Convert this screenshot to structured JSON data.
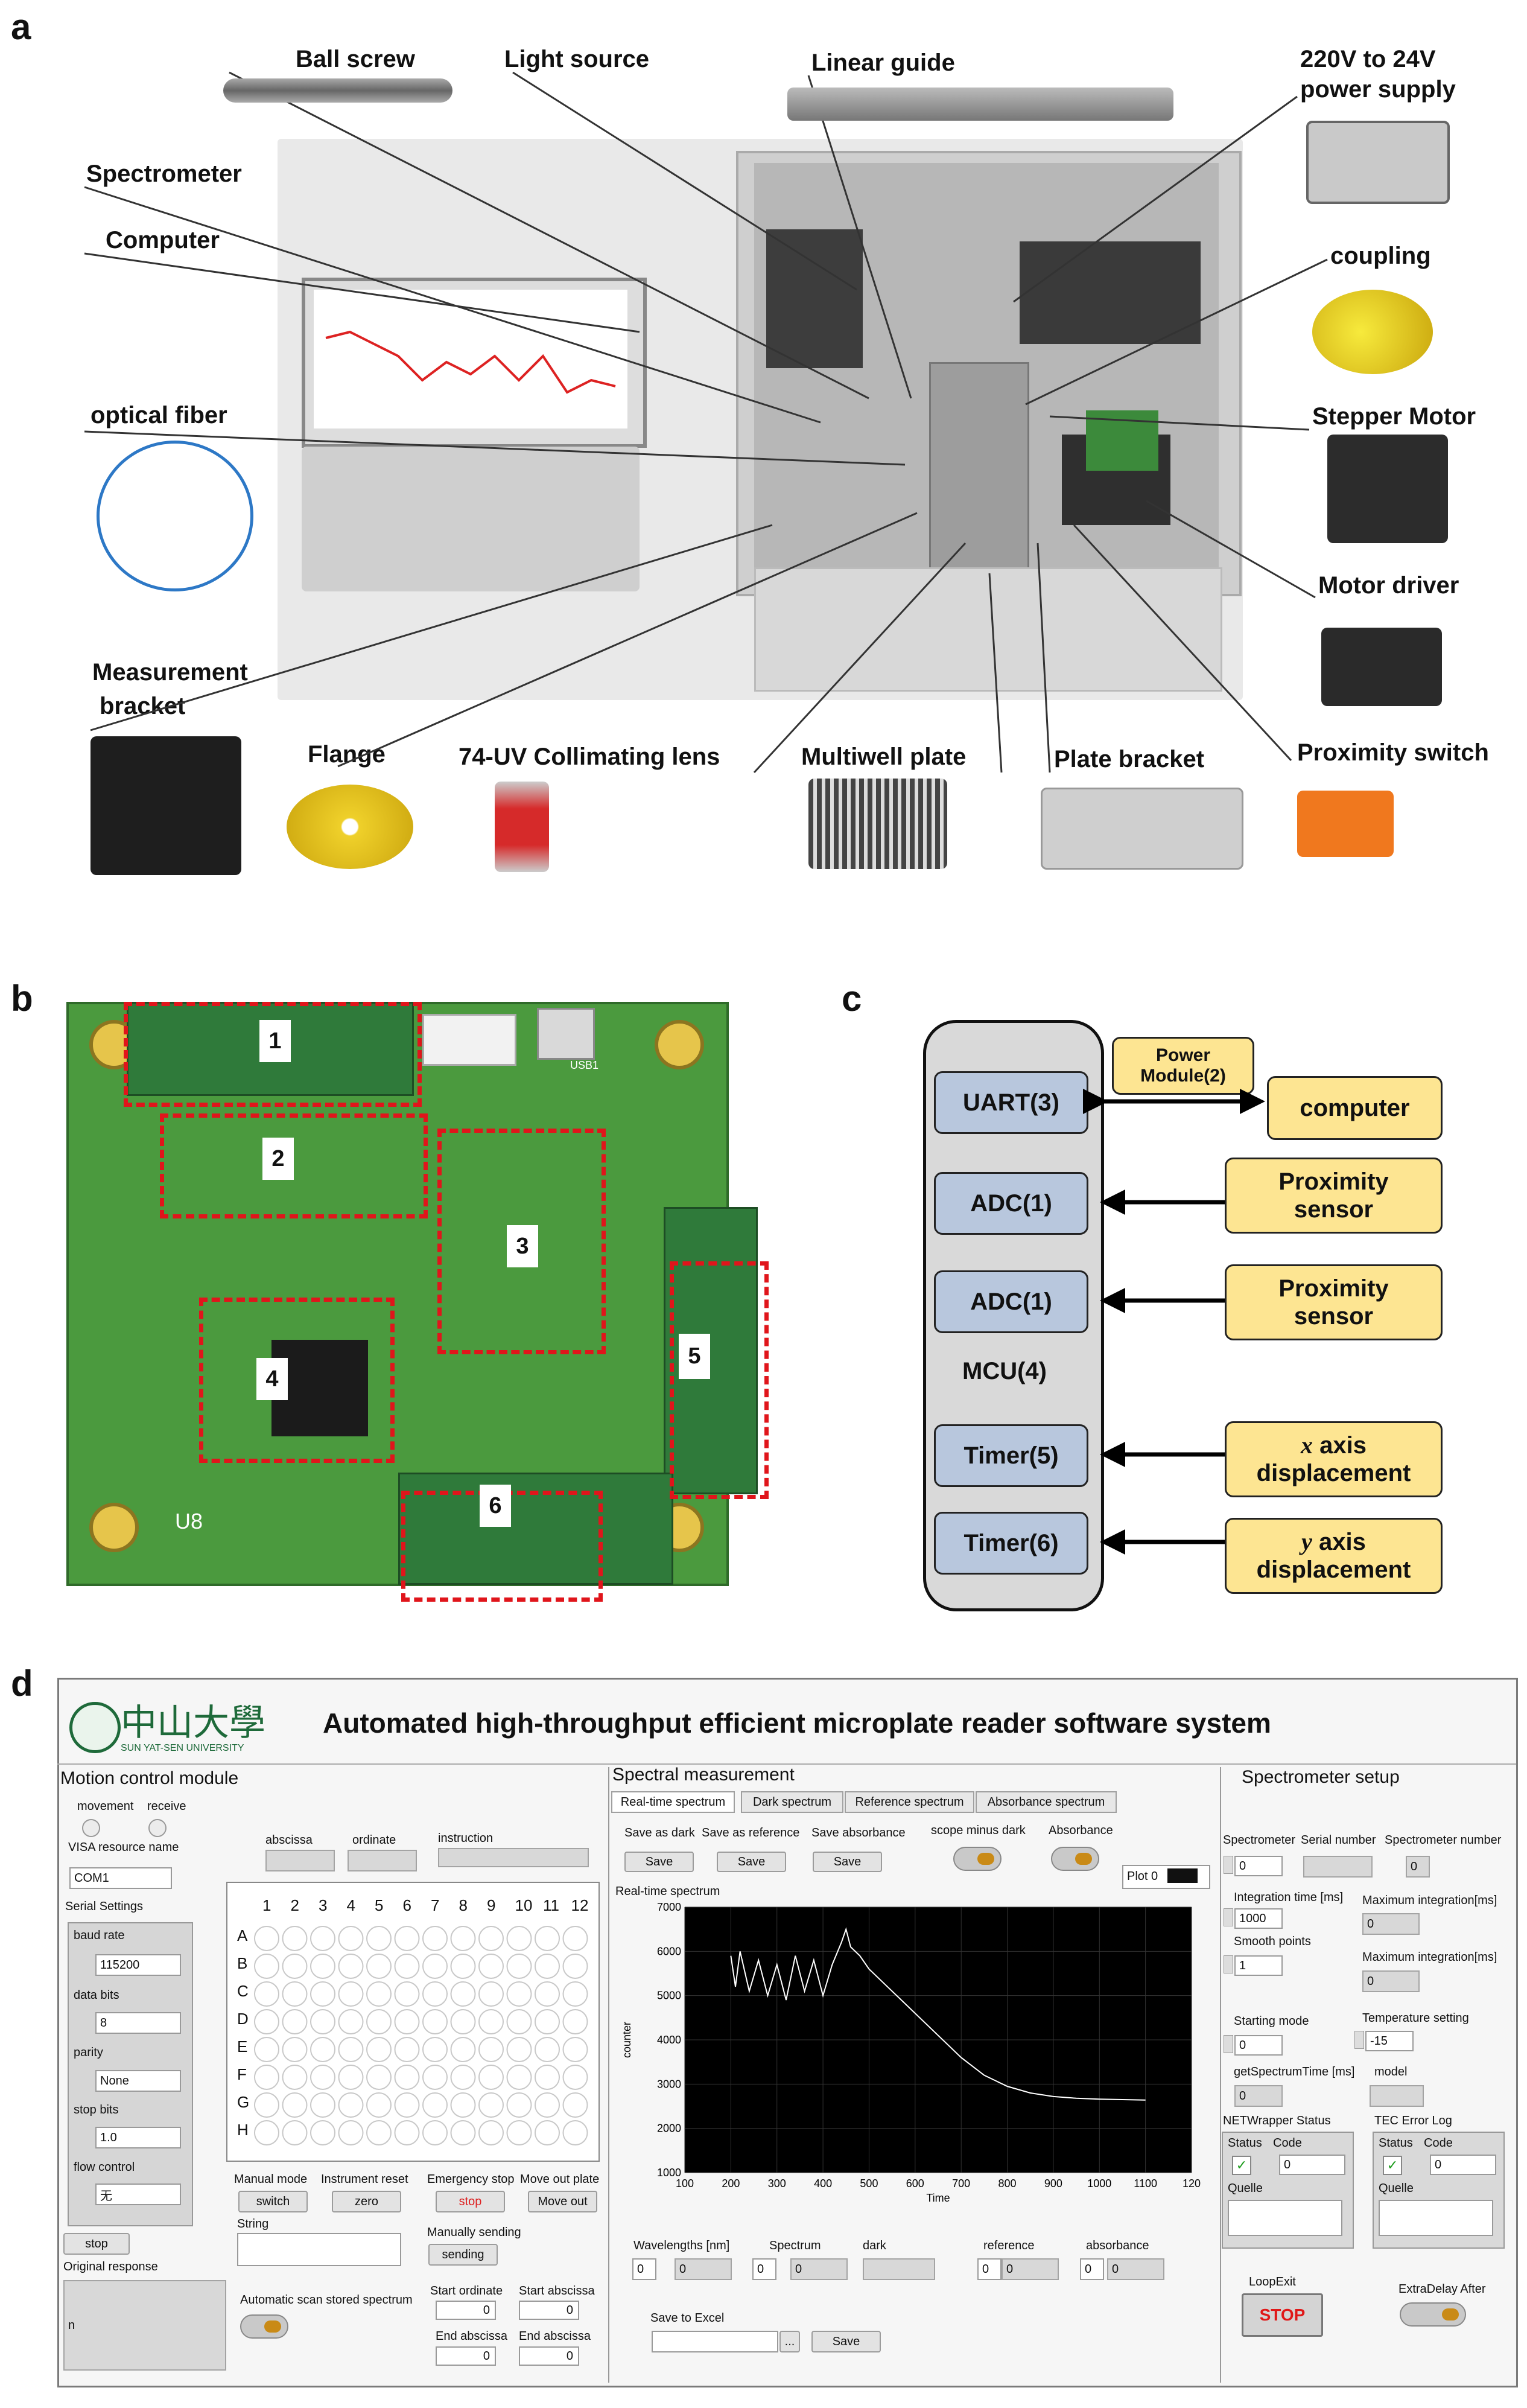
{
  "panel_a": {
    "label": "a",
    "callouts": {
      "ball_screw": "Ball screw",
      "light_source": "Light source",
      "linear_guide": "Linear guide",
      "power_supply_1": "220V to 24V",
      "power_supply_2": "power supply",
      "spectrometer": "Spectrometer",
      "computer": "Computer",
      "coupling": "coupling",
      "optical_fiber": "optical fiber",
      "stepper_motor": "Stepper Motor",
      "motor_driver": "Motor driver",
      "measurement_bracket_1": "Measurement",
      "measurement_bracket_2": "bracket",
      "flange": "Flange",
      "collimating_lens": "74-UV Collimating lens",
      "multiwell_plate": "Multiwell  plate",
      "plate_bracket": "Plate bracket",
      "proximity_switch": "Proximity switch"
    }
  },
  "panel_b": {
    "label": "b",
    "regions": [
      "1",
      "2",
      "3",
      "4",
      "5",
      "6"
    ],
    "silk": {
      "u8": "U8",
      "usb": "USB1"
    }
  },
  "panel_c": {
    "label": "c",
    "mcu_label": "MCU(4)",
    "blocks": [
      "UART(3)",
      "ADC(1)",
      "ADC(1)",
      "Timer(5)",
      "Timer(6)"
    ],
    "power_module": "Power Module(2)",
    "peripherals": {
      "computer": "computer",
      "prox1_a": "Proximity",
      "prox1_b": "sensor",
      "prox2_a": "Proximity",
      "prox2_b": "sensor",
      "x_a": "x",
      "x_b": "axis",
      "x_c": "displacement",
      "y_a": "y",
      "y_b": "axis",
      "y_c": "displacement"
    }
  },
  "panel_d": {
    "label": "d",
    "logo_cn": "中山大學",
    "logo_en": "SUN YAT-SEN UNIVERSITY",
    "title": "Automated high-throughput efficient microplate reader software system",
    "motion": {
      "title": "Motion control module",
      "movement": "movement",
      "receive": "receive",
      "visa_label": "VISA resource name",
      "visa_value": "COM1",
      "serial_settings": "Serial Settings",
      "baud_label": "baud rate",
      "baud_value": "115200",
      "bits_label": "data bits",
      "bits_value": "8",
      "parity_label": "parity",
      "parity_value": "None",
      "stop_label": "stop bits",
      "stop_value": "1.0",
      "flow_label": "flow control",
      "flow_value": "无",
      "stop_button": "stop",
      "original_response": "Original response",
      "response_value": "n",
      "abscissa": "abscissa",
      "ordinate": "ordinate",
      "instruction": "instruction",
      "cols": [
        "1",
        "2",
        "3",
        "4",
        "5",
        "6",
        "7",
        "8",
        "9",
        "10",
        "11",
        "12"
      ],
      "rows": [
        "A",
        "B",
        "C",
        "D",
        "E",
        "F",
        "G",
        "H"
      ],
      "manual_mode": "Manual mode",
      "switch_btn": "switch",
      "instrument_reset": "Instrument reset",
      "zero_btn": "zero",
      "emergency": "Emergency stop",
      "emergency_btn": "stop",
      "move_out_label": "Move out plate",
      "move_out_btn": "Move out",
      "string_label": "String",
      "manual_sending": "Manually sending",
      "sending_btn": "sending",
      "auto_scan": "Automatic scan stored spectrum",
      "start_ordinate": "Start ordinate",
      "start_abscissa": "Start abscissa",
      "end_abscissa": "End abscissa",
      "end_abscissa2": "End abscissa",
      "zero": "0"
    },
    "spectral": {
      "title": "Spectral measurement",
      "tabs": [
        "Real-time spectrum",
        "Dark spectrum",
        "Reference spectrum",
        "Absorbance spectrum"
      ],
      "save_dark": "Save as dark",
      "save_ref": "Save as reference",
      "save_abs": "Save absorbance",
      "save": "Save",
      "scope_minus_dark": "scope minus dark",
      "absorbance": "Absorbance",
      "plot_legend": "Plot 0",
      "chart_title": "Real-time spectrum",
      "wavelengths": "Wavelengths [nm]",
      "spectrum": "Spectrum",
      "dark": "dark",
      "reference": "reference",
      "absorbance_lbl": "absorbance",
      "zero": "0",
      "save_excel": "Save to Excel",
      "dots": "..."
    },
    "setup": {
      "title": "Spectrometer setup",
      "spectrometer": "Spectrometer",
      "serial_number": "Serial number",
      "spectrometer_number": "Spectrometer number",
      "spec_value": "0",
      "specnum_value": "0",
      "integration_time": "Integration time [ms]",
      "integration_value": "1000",
      "max_integration": "Maximum integration[ms]",
      "max1_value": "0",
      "smooth_points": "Smooth points",
      "smooth_value": "1",
      "max_integration2": "Maximum integration[ms]",
      "max2_value": "0",
      "starting_mode": "Starting mode",
      "start_value": "0",
      "temp_setting": "Temperature setting",
      "temp_value": "-15",
      "get_spectrum_time": "getSpectrumTime [ms]",
      "gst_value": "0",
      "model": "model",
      "net_status": "NETWrapper Status",
      "tec_log": "TEC Error Log",
      "status": "Status",
      "code": "Code",
      "code_value": "0",
      "quelle": "Quelle",
      "loop_exit": "LoopExit",
      "stop_btn": "STOP",
      "extra_delay": "ExtraDelay After"
    }
  },
  "chart_data": {
    "type": "line",
    "title": "Real-time spectrum",
    "xlabel": "Time",
    "ylabel": "counter",
    "xlim": [
      100,
      1200
    ],
    "ylim": [
      1000,
      7000
    ],
    "x_ticks": [
      100,
      200,
      300,
      400,
      500,
      600,
      700,
      800,
      900,
      1000,
      1100,
      1200
    ],
    "y_ticks": [
      1000,
      2000,
      3000,
      4000,
      5000,
      6000,
      7000
    ],
    "x_tick_labels": [
      "100",
      "200",
      "300",
      "400",
      "500",
      "600",
      "700",
      "800",
      "900",
      "1000",
      "1100",
      "120"
    ],
    "y_tick_labels": [
      "1000",
      "2000",
      "3000",
      "4000",
      "5000",
      "6000",
      "7000"
    ],
    "grid": true,
    "series": [
      {
        "x": [
          200,
          210,
          220,
          240,
          260,
          280,
          300,
          320,
          340,
          360,
          380,
          400,
          420,
          440,
          450,
          460,
          480,
          500,
          550,
          600,
          650,
          700,
          750,
          800,
          850,
          900,
          950,
          1000,
          1050,
          1100
        ],
        "y": [
          5900,
          5200,
          6000,
          5100,
          5800,
          5000,
          5700,
          4900,
          5900,
          5100,
          5800,
          5000,
          5700,
          6200,
          6500,
          6100,
          5900,
          5600,
          5100,
          4600,
          4100,
          3600,
          3200,
          2950,
          2800,
          2720,
          2680,
          2660,
          2650,
          2640
        ]
      }
    ]
  }
}
